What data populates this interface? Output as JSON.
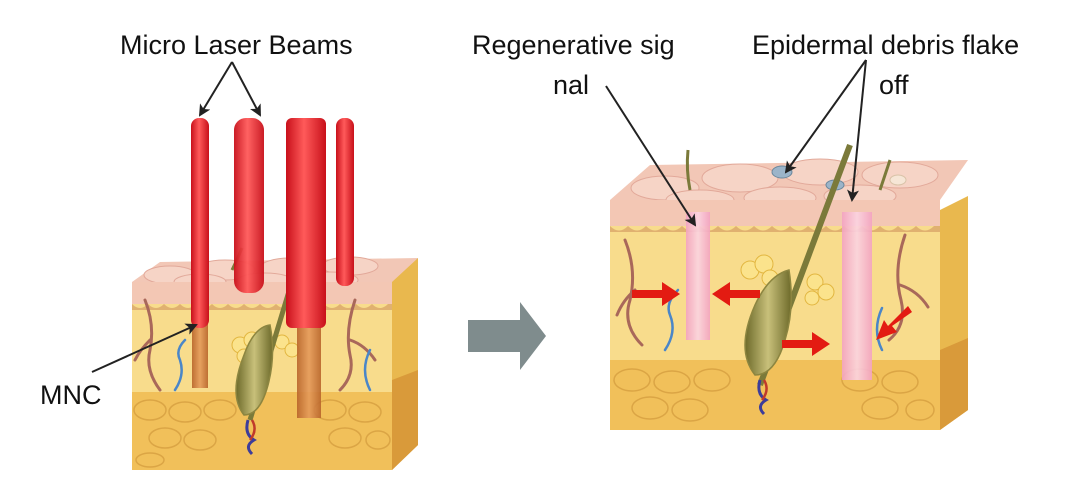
{
  "labels": {
    "laser_beams": "Micro Laser Beams",
    "mnc": "MNC",
    "regen_line1": "Regenerative sig",
    "regen_line2": "nal",
    "debris_line1": "Epidermal debris flake",
    "debris_line2": "off"
  },
  "colors": {
    "laser_red": "#e8141b",
    "laser_light": "#ff6a6a",
    "epidermis": "#f3c9b8",
    "dermis": "#f8dc8c",
    "fat_layer": "#f3c35c",
    "process_arrow": "#7f8c8d",
    "signal_arrow": "#e31b12",
    "regen_zone": "#f7b6cf"
  }
}
